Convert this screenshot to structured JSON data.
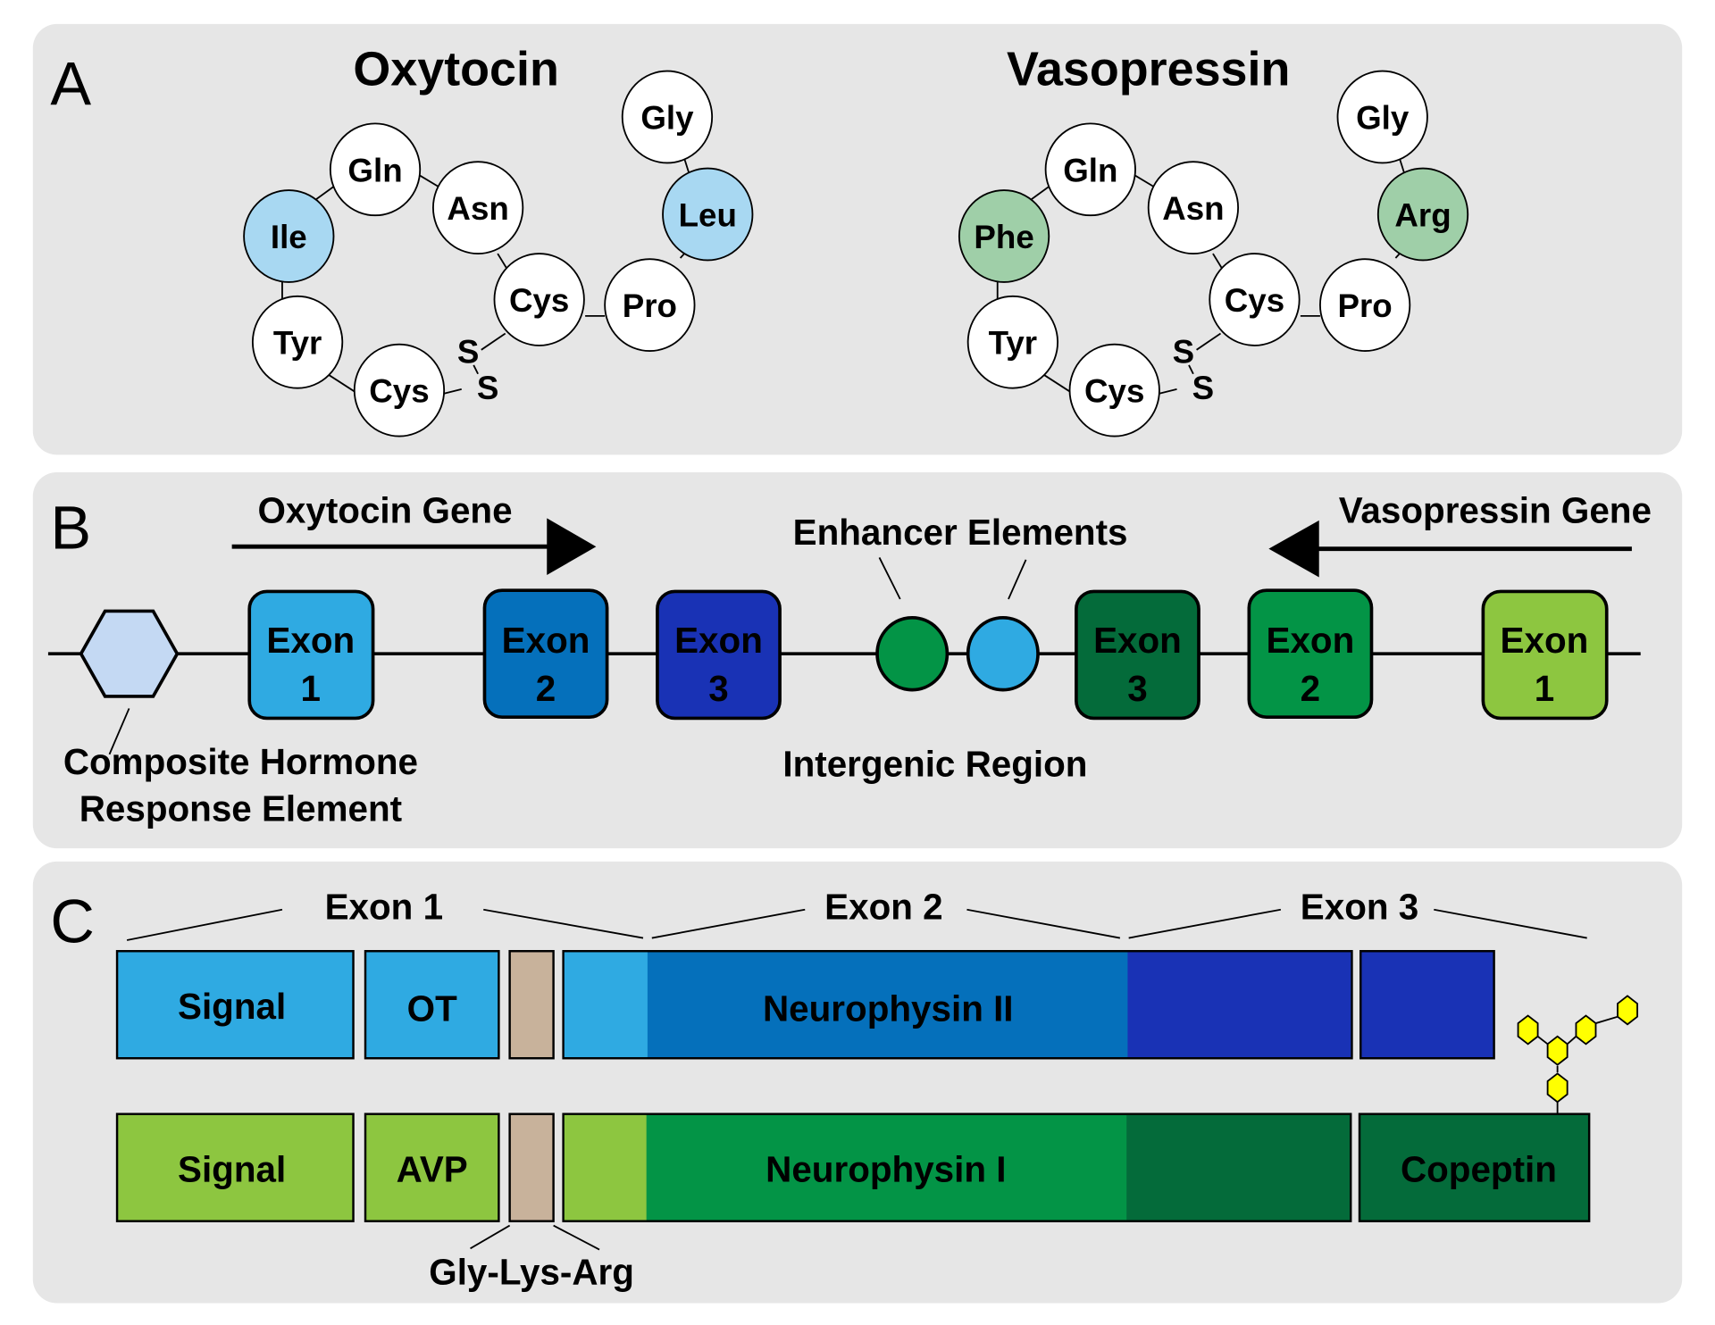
{
  "panels": {
    "A": {
      "letter": "A",
      "oxytocin": {
        "title": "Oxytocin",
        "residues": [
          "Cys",
          "Tyr",
          "Ile",
          "Gln",
          "Asn",
          "Cys",
          "Pro",
          "Leu",
          "Gly"
        ],
        "highlighted": [
          "Ile",
          "Leu"
        ],
        "highlight_color": "#a8d8f2",
        "disulfide": [
          "S",
          "S"
        ]
      },
      "vasopressin": {
        "title": "Vasopressin",
        "residues": [
          "Cys",
          "Tyr",
          "Phe",
          "Gln",
          "Asn",
          "Cys",
          "Pro",
          "Arg",
          "Gly"
        ],
        "highlighted": [
          "Phe",
          "Arg"
        ],
        "highlight_color": "#9fcfa8",
        "disulfide": [
          "S",
          "S"
        ]
      }
    },
    "B": {
      "letter": "B",
      "oxytocin_gene": "Oxytocin Gene",
      "vasopressin_gene": "Vasopressin Gene",
      "enhancer_label": "Enhancer Elements",
      "intergenic_label": "Intergenic Region",
      "chre_label_line1": "Composite Hormone",
      "chre_label_line2": "Response Element",
      "exons": [
        {
          "word": "Exon",
          "num": "1",
          "color": "#2faae2",
          "gene": "oxytocin"
        },
        {
          "word": "Exon",
          "num": "2",
          "color": "#0570bb",
          "gene": "oxytocin"
        },
        {
          "word": "Exon",
          "num": "3",
          "color": "#1932b5",
          "gene": "oxytocin"
        },
        {
          "word": "Exon",
          "num": "3",
          "color": "#046b3a",
          "gene": "vasopressin"
        },
        {
          "word": "Exon",
          "num": "2",
          "color": "#039446",
          "gene": "vasopressin"
        },
        {
          "word": "Exon",
          "num": "1",
          "color": "#8dc640",
          "gene": "vasopressin"
        }
      ],
      "enhancers": [
        {
          "color": "#039446"
        },
        {
          "color": "#2faae2"
        }
      ],
      "chre_color": "#c4d9f3"
    },
    "C": {
      "letter": "C",
      "exon_headers": [
        "Exon 1",
        "Exon 2",
        "Exon 3"
      ],
      "linker_label": "Gly-Lys-Arg",
      "ot_row": {
        "signal": "Signal",
        "hormone": "OT",
        "neurophysin": "Neurophysin II"
      },
      "avp_row": {
        "signal": "Signal",
        "hormone": "AVP",
        "neurophysin": "Neurophysin I",
        "copeptin": "Copeptin"
      },
      "colors": {
        "ot_light": "#2faae2",
        "ot_mid": "#0570bb",
        "ot_dark": "#1932b5",
        "avp_light": "#8dc640",
        "avp_mid": "#039446",
        "avp_dark": "#046b3a",
        "linker": "#c8b29b",
        "glycan": "#ffff00"
      }
    }
  }
}
